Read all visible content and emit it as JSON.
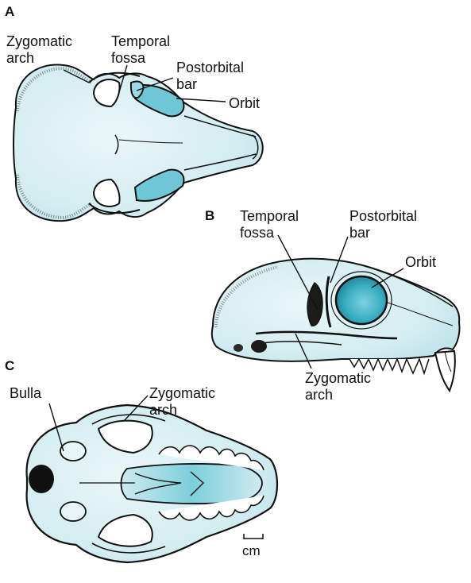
{
  "colors": {
    "skull_fill": "#d9eef2",
    "skull_fill_deep": "#8fd0dc",
    "orbit_blue": "#3aaec2",
    "outline": "#111111",
    "background": "#ffffff"
  },
  "panels": {
    "A": {
      "letter": "A",
      "labels": {
        "zygomatic_arch": [
          "Zygomatic",
          "arch"
        ],
        "temporal_fossa": [
          "Temporal",
          "fossa"
        ],
        "postorbital_bar": [
          "Postorbital",
          "bar"
        ],
        "orbit": [
          "Orbit"
        ]
      }
    },
    "B": {
      "letter": "B",
      "labels": {
        "temporal_fossa": [
          "Temporal",
          "fossa"
        ],
        "postorbital_bar": [
          "Postorbital",
          "bar"
        ],
        "orbit": [
          "Orbit"
        ],
        "zygomatic_arch": [
          "Zygomatic",
          "arch"
        ]
      }
    },
    "C": {
      "letter": "C",
      "labels": {
        "bulla": [
          "Bulla"
        ],
        "zygomatic_arch": [
          "Zygomatic",
          "arch"
        ]
      }
    }
  },
  "scale_bar": {
    "unit": "cm"
  }
}
